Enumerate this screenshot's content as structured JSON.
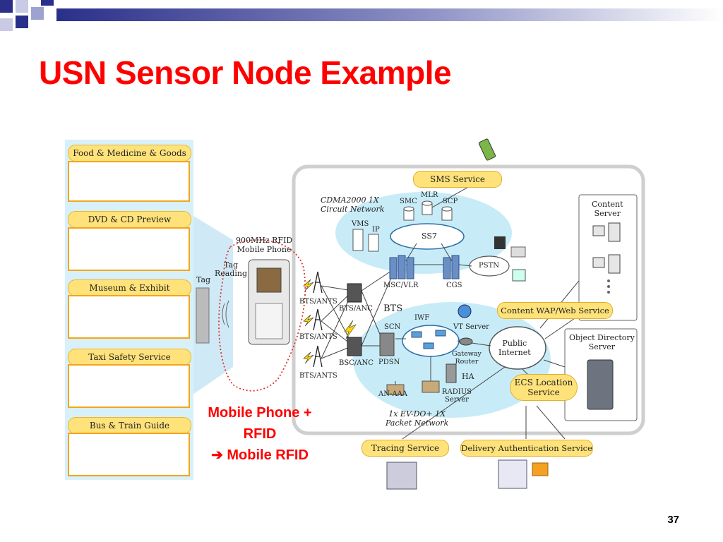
{
  "slide": {
    "title": "USN Sensor Node Example",
    "page_number": "37"
  },
  "categories": [
    {
      "label": "Food & Medicine & Goods"
    },
    {
      "label": "DVD & CD Preview"
    },
    {
      "label": "Museum & Exhibit"
    },
    {
      "label": "Taxi Safety Service"
    },
    {
      "label": "Bus & Train Guide"
    }
  ],
  "phone_area": {
    "rfid_label": "900MHz RFID\nMobile Phone",
    "tag_reading": "Tag\nReading",
    "tag": "Tag"
  },
  "caption": {
    "line1": "Mobile Phone +",
    "line2": "RFID",
    "line3": "➔ Mobile RFID"
  },
  "network": {
    "sms_service": "SMS Service",
    "cdma_label": "CDMA2000 1X\nCircuit Network",
    "smc": "SMC",
    "mlr": "MLR",
    "scp": "SCP",
    "vms": "VMS",
    "ip": "IP",
    "ss7": "SS7",
    "msc_vlr": "MSC/VLR",
    "cgs": "CGS",
    "pstn": "PSTN",
    "bts_ants": "BTS/ANTS",
    "bts_anc": "BTS/ANC",
    "bsc_anc": "BSC/ANC",
    "bts": "BTS",
    "iwf": "IWF",
    "scn": "SCN",
    "vt_server": "VT Server",
    "pdsn": "PDSN",
    "gateway_router": "Gateway\nRouter",
    "ha": "HA",
    "an_aaa": "AN-AAA",
    "radius": "RADIUS\nServer",
    "public_internet": "Public\nInternet",
    "ev_do_label": "1x EV-DO+ 1X\nPacket Network",
    "content_server": "Content\nServer",
    "content_wap": "Content WAP/Web Service",
    "object_directory": "Object Directory\nServer",
    "ecs_location": "ECS Location\nService",
    "tracing_service": "Tracing Service",
    "delivery_auth": "Delivery Authentication Service"
  }
}
